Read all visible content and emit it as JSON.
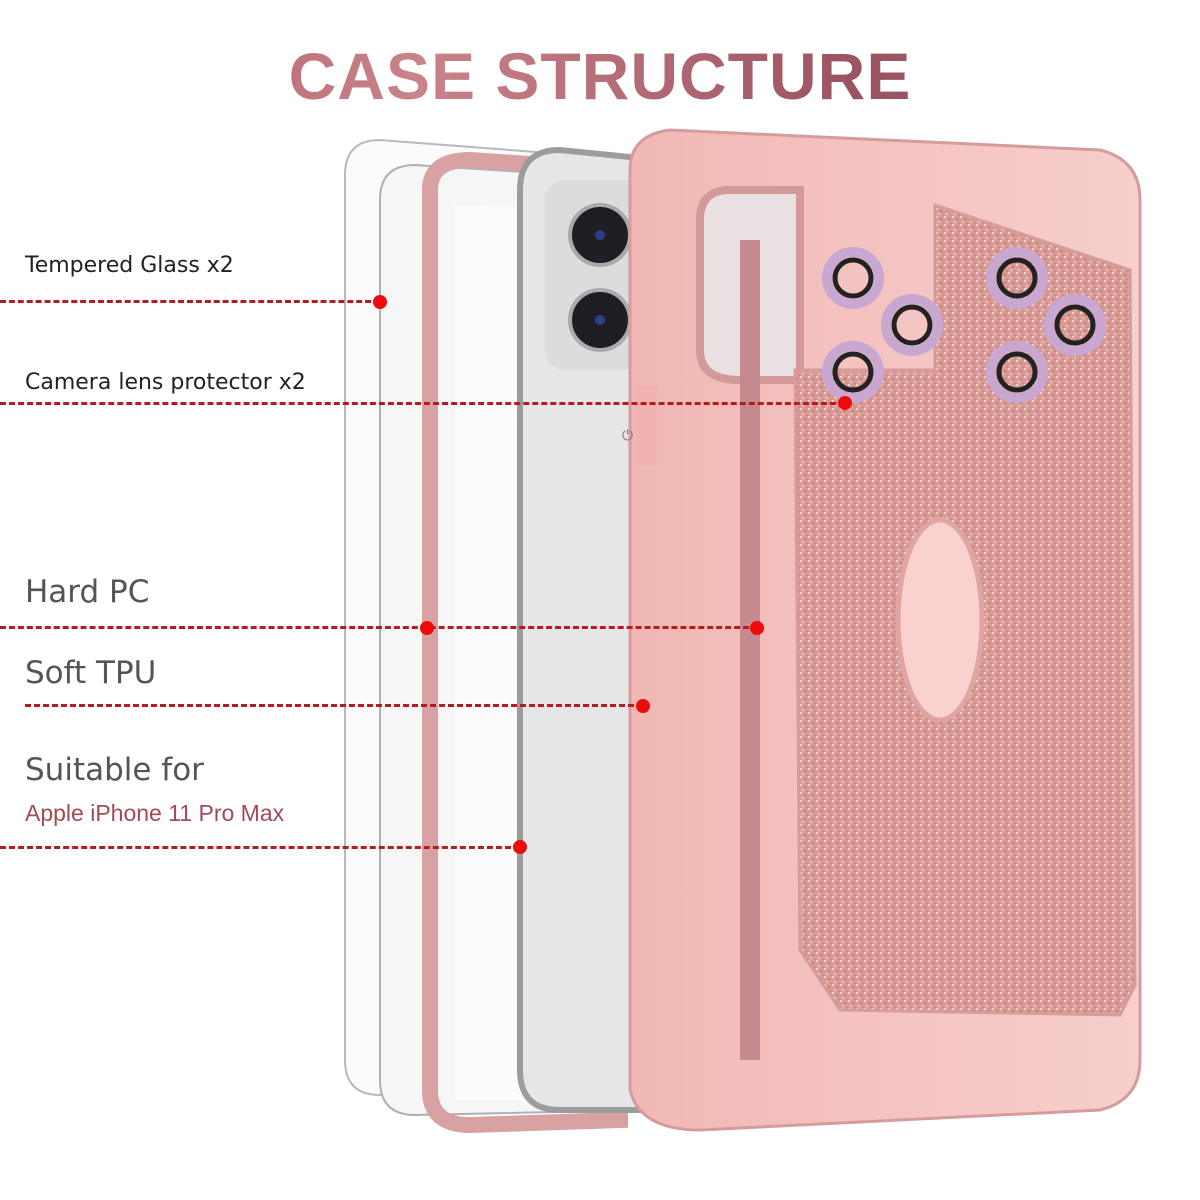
{
  "title": "CASE STRUCTURE",
  "labels": {
    "tempered_glass": "Tempered Glass x2",
    "camera_lens": "Camera lens protector x2",
    "hard_pc": "Hard PC",
    "soft_tpu": "Soft TPU",
    "suitable_for": "Suitable for",
    "model": "Apple iPhone 11 Pro Max"
  },
  "colors": {
    "title": "#b56b74",
    "leader_line": "#b51c22",
    "dot": "#ee0b0b",
    "rose_gold": "#f2b8b8",
    "glitter": "#d9958f",
    "model_text": "#a24a55"
  },
  "layers": [
    "Tempered Glass x2",
    "Soft TPU frame",
    "iPhone",
    "Hard PC shell",
    "Glitter back"
  ]
}
